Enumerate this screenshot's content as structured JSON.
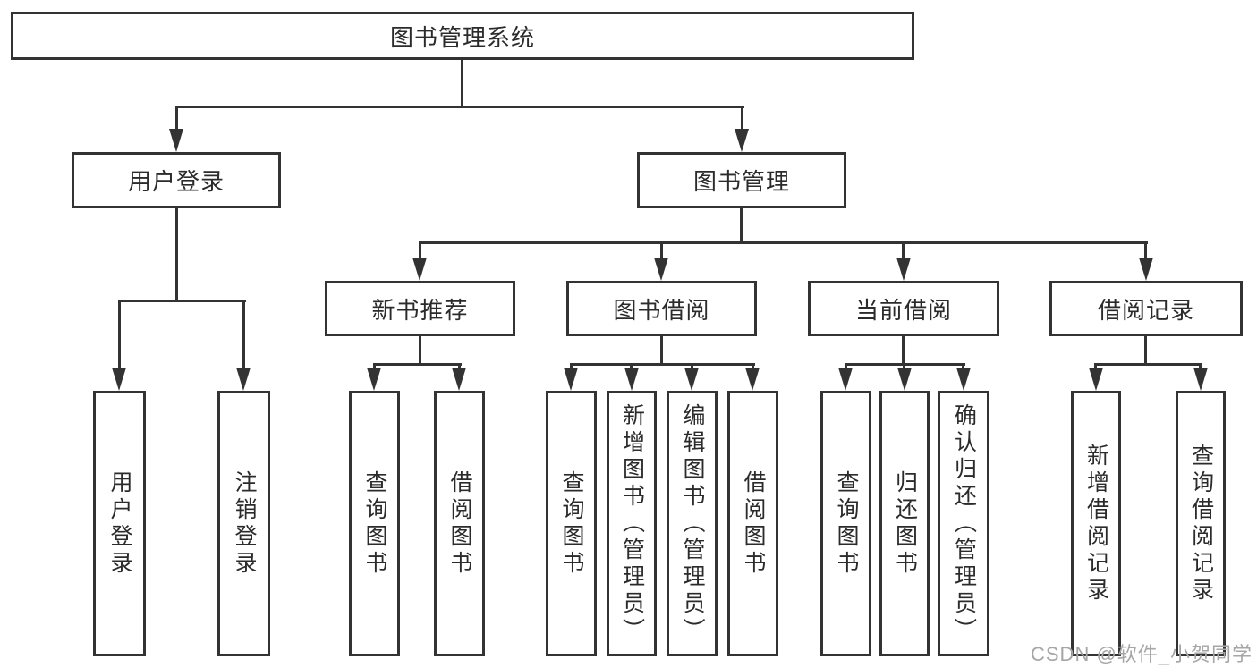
{
  "diagram": {
    "title": "图书管理系统",
    "nodes": {
      "root": "图书管理系统",
      "user_login": "用户登录",
      "book_management": "图书管理",
      "new_book_recommend": "新书推荐",
      "book_borrowing": "图书借阅",
      "current_borrowing": "当前借阅",
      "borrow_records": "借阅记录"
    },
    "leaves": {
      "user": [
        "用户登录",
        "注销登录"
      ],
      "recommend": [
        "查询图书",
        "借阅图书"
      ],
      "borrowing": [
        "查询图书",
        "新增图书（管理员）",
        "编辑图书（管理员）",
        "借阅图书"
      ],
      "current": [
        "查询图书",
        "归还图书",
        "确认归还（管理员）"
      ],
      "records": [
        "新增借阅记录",
        "查询借阅记录"
      ]
    },
    "colors": {
      "line": "#333333",
      "text": "#2b2b2b",
      "background": "#ffffff",
      "watermark": "#a6a6a6"
    },
    "watermark": "CSDN @软件_小贺同学"
  }
}
